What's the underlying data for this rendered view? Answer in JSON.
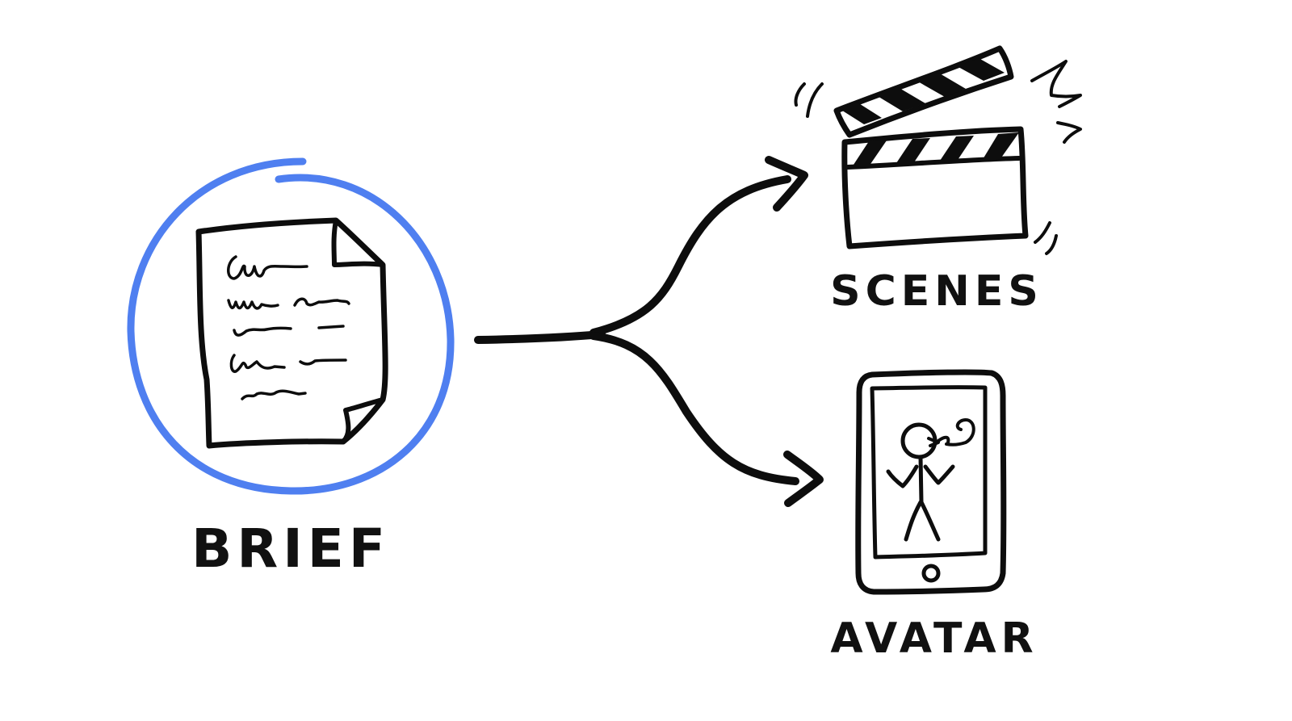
{
  "nodes": {
    "brief": {
      "label": "BRIEF",
      "icon": "document-icon",
      "highlight_color": "#4f7ff0"
    },
    "scenes": {
      "label": "SCENES",
      "icon": "clapperboard-icon"
    },
    "avatar": {
      "label": "AVATAR",
      "icon": "phone-avatar-icon"
    }
  },
  "edges": [
    {
      "from": "brief",
      "to": "scenes"
    },
    {
      "from": "brief",
      "to": "avatar"
    }
  ],
  "colors": {
    "ink": "#0d0d0d",
    "highlight": "#4f7ff0",
    "background": "#ffffff"
  }
}
